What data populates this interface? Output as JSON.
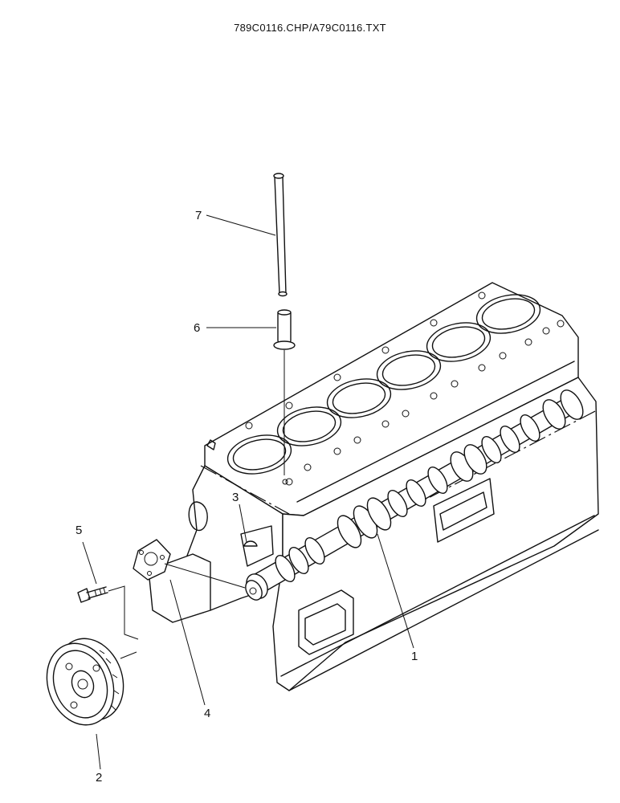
{
  "header": {
    "title": "789C0116.CHP/A79C0116.TXT"
  },
  "callouts": {
    "c1": "1",
    "c2": "2",
    "c3": "3",
    "c4": "4",
    "c5": "5",
    "c6": "6",
    "c7": "7"
  },
  "colors": {
    "ink": "#111111",
    "paper": "#ffffff"
  }
}
